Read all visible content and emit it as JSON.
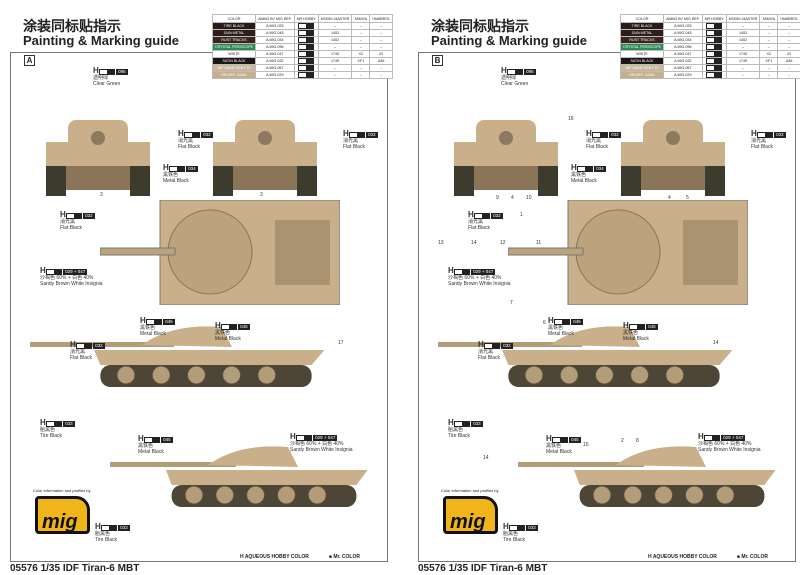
{
  "title_cn": "涂装同标贴指示",
  "title_en": "Painting & Marking guide",
  "table": {
    "headers": [
      "COLOR",
      "AMMO BY MIG REF.",
      "MR.HOBBY",
      "MODEL MASTER",
      "TAMIYA",
      "HUMBROL"
    ],
    "rows": [
      {
        "color": "TIRE BLACK",
        "bg": "#2a1a17",
        "fg": "#fff",
        "ammo": "A.MIG-033",
        "mm": "–",
        "tam": "–",
        "hum": "–"
      },
      {
        "color": "GUN METAL",
        "bg": "#2b1e1b",
        "fg": "#fff",
        "ammo": "A.MIG-045",
        "mm": "1402",
        "tam": "–",
        "hum": "–"
      },
      {
        "color": "RUST TRACKS",
        "bg": "#3a2320",
        "fg": "#fff",
        "ammo": "A.MIG-034",
        "mm": "1402",
        "tam": "–",
        "hum": "–"
      },
      {
        "color": "CRYSTAL PERISCOPE",
        "bg": "#2f8a55",
        "fg": "#fff",
        "ammo": "A.MIG-096",
        "mm": "–",
        "tam": "–",
        "hum": "–"
      },
      {
        "color": "WHITE",
        "bg": "#ffffff",
        "fg": "#222",
        "ammo": "A.MIG-047",
        "mm": "1745",
        "tam": "X2",
        "hum": "22"
      },
      {
        "color": "SATIN BLACK",
        "bg": "#1c1614",
        "fg": "#fff",
        "ammo": "A.MIG-032",
        "mm": "1749",
        "tam": "XF1",
        "hum": "A46"
      },
      {
        "color": "IDF SAND GREY 73",
        "bg": "#c9b79a",
        "fg": "#fff",
        "ammo": "A.MIG-067",
        "mm": "–",
        "tam": "–",
        "hum": "–"
      },
      {
        "color": "DESERT SAND",
        "bg": "#c7ad89",
        "fg": "#fff",
        "ammo": "A.MIG-029",
        "mm": "–",
        "tam": "–",
        "hum": "–"
      }
    ]
  },
  "panels": [
    {
      "letter": "A",
      "labels": [
        {
          "mc": "096",
          "cn": "透明绿",
          "en": "Clear Green"
        },
        {
          "mc": "032",
          "cn": "消光黑",
          "en": "Flat Black"
        },
        {
          "mc": "032",
          "cn": "消光黑",
          "en": "Flat Black"
        },
        {
          "mc": "034",
          "cn": "黑铁色",
          "en": "Metal Black"
        },
        {
          "mc": "032",
          "cn": "消光黑",
          "en": "Flat Black"
        },
        {
          "mc": "029 + 047",
          "cn": "沙褐色 60% + 白色 40%",
          "en": "Sandy Brown  White Insignia"
        },
        {
          "mc": "045",
          "cn": "黑铁色",
          "en": "Metal Black"
        },
        {
          "mc": "045",
          "cn": "黑铁色",
          "en": "Metal Black"
        },
        {
          "mc": "032",
          "cn": "消光黑",
          "en": "Flat Black"
        },
        {
          "mc": "033",
          "cn": "胎黑色",
          "en": "Tire Black"
        },
        {
          "mc": "045",
          "cn": "黑铁色",
          "en": "Metal Black"
        },
        {
          "mc": "029 + 047",
          "cn": "沙褐色 60% + 白色 40%",
          "en": "Sandy Brown  White Insignia"
        },
        {
          "mc": "033",
          "cn": "胎黑色",
          "en": "Tire Black"
        }
      ],
      "parts": [
        "3",
        "3",
        "17"
      ]
    },
    {
      "letter": "B",
      "labels": [
        {
          "mc": "096",
          "cn": "透明绿",
          "en": "Clear Green"
        },
        {
          "mc": "032",
          "cn": "消光黑",
          "en": "Flat Black"
        },
        {
          "mc": "032",
          "cn": "消光黑",
          "en": "Flat Black"
        },
        {
          "mc": "034",
          "cn": "黑铁色",
          "en": "Metal Black"
        },
        {
          "mc": "032",
          "cn": "消光黑",
          "en": "Flat Black"
        },
        {
          "mc": "029 + 047",
          "cn": "沙褐色 60% + 白色 40%",
          "en": "Sandy Brown  White Insignia"
        },
        {
          "mc": "045",
          "cn": "黑铁色",
          "en": "Metal Black"
        },
        {
          "mc": "045",
          "cn": "黑铁色",
          "en": "Metal Black"
        },
        {
          "mc": "032",
          "cn": "消光黑",
          "en": "Flat Black"
        },
        {
          "mc": "033",
          "cn": "胎黑色",
          "en": "Tire Black"
        },
        {
          "mc": "045",
          "cn": "黑铁色",
          "en": "Metal Black"
        },
        {
          "mc": "029 + 047",
          "cn": "沙褐色 60% + 白色 40%",
          "en": "Sandy Brown  White Insignia"
        },
        {
          "mc": "033",
          "cn": "胎黑色",
          "en": "Tire Black"
        }
      ],
      "parts": [
        "16",
        "9",
        "4",
        "10",
        "4",
        "5",
        "1",
        "13",
        "14",
        "12",
        "11",
        "7",
        "6",
        "14",
        "2",
        "8",
        "15",
        "14"
      ]
    }
  ],
  "logo_caption": "Color information and profiles by",
  "logo_text": "mig",
  "legend": {
    "hobby": "H  AQUEOUS HOBBY COLOR",
    "mr": "■  Mr. COLOR"
  },
  "footer": "05576 1/35  IDF Tiran-6 MBT",
  "colors": {
    "tank_sand": "#c9b08a",
    "tank_dark": "#8a7558",
    "wheel": "#b39c78"
  }
}
